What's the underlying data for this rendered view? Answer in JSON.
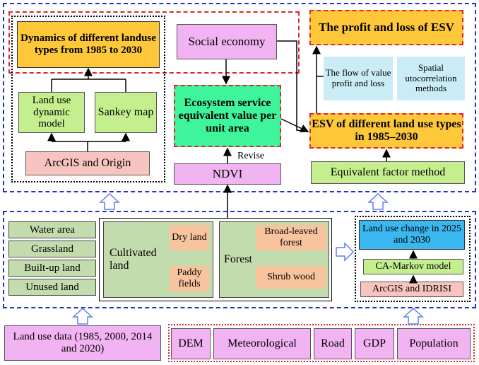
{
  "top": {
    "dynamics_title": "Dynamics of different landuse types from 1985 to 2030",
    "land_use_dynamic_model": "Land use dynamic model",
    "sankey_map": "Sankey map",
    "arcgis_origin": "ArcGIS and Origin",
    "social_economy": "Social economy",
    "ecosystem_service": "Ecosystem service equivalent value per unit area",
    "revise": "Revise",
    "ndvi": "NDVI",
    "profit_loss": "The profit and loss of ESV",
    "flow_of_value": "The flow of value profit and loss",
    "spatial_autocorrelation": "Spatial utocorrelation methods",
    "esv_land_use": "ESV of different land use types in 1985–2030",
    "equivalent_factor": "Equivalent factor method"
  },
  "middle": {
    "land_types": [
      "Water area",
      "Grassland",
      "Built-up land",
      "Unused land"
    ],
    "cultivated_land": "Cultivated land",
    "dry_land": "Dry land",
    "paddy_fields": "Paddy fields",
    "forest": "Forest",
    "broad_leaved_forest": "Broad-leaved forest",
    "shrub_wood": "Shrub wood",
    "land_use_change": "Land use change in 2025 and 2030",
    "ca_markov": "CA-Markov model",
    "arcgis_idrisi": "ArcGIS and IDRISI"
  },
  "bottom": {
    "land_use_data": "Land use data (1985, 2000, 2014 and 2020)",
    "sources": [
      "DEM",
      "Meteorological",
      "Road",
      "GDP",
      "Population"
    ]
  },
  "colors": {
    "frame_blue": "#2233cc",
    "frame_red": "#e0242a",
    "yellow": "#ffc83a",
    "pink": "#f2b3f2",
    "green": "#c5ef8e",
    "teal": "#3ef59c",
    "sky": "#39b7ee"
  }
}
